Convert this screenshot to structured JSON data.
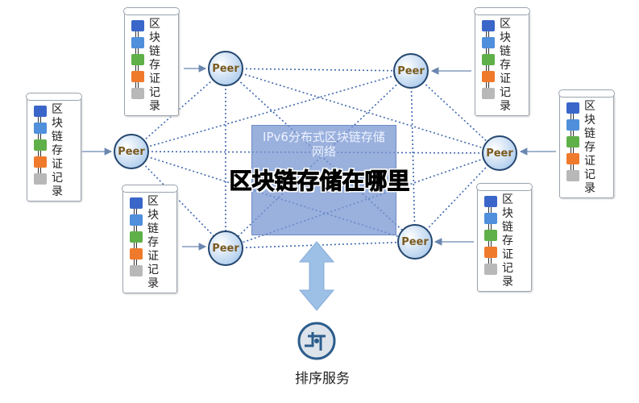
{
  "network_box": {
    "label": "IPv6分布式区块链存储网络"
  },
  "overlay_title": "区块链存储在哪里",
  "peer_label": "Peer",
  "record_label": [
    "区",
    "块",
    "链",
    "存",
    "证",
    "记",
    "录"
  ],
  "block_colors": [
    "#3a66c9",
    "#4f8fdb",
    "#5fb048",
    "#f07a2c",
    "#b8b8b8"
  ],
  "service": {
    "label": "排序服务",
    "icon": "sort-service-icon"
  },
  "colors": {
    "line": "#3e68b0",
    "arrow": "#9dc0e6",
    "peer_border": "#23466e"
  }
}
